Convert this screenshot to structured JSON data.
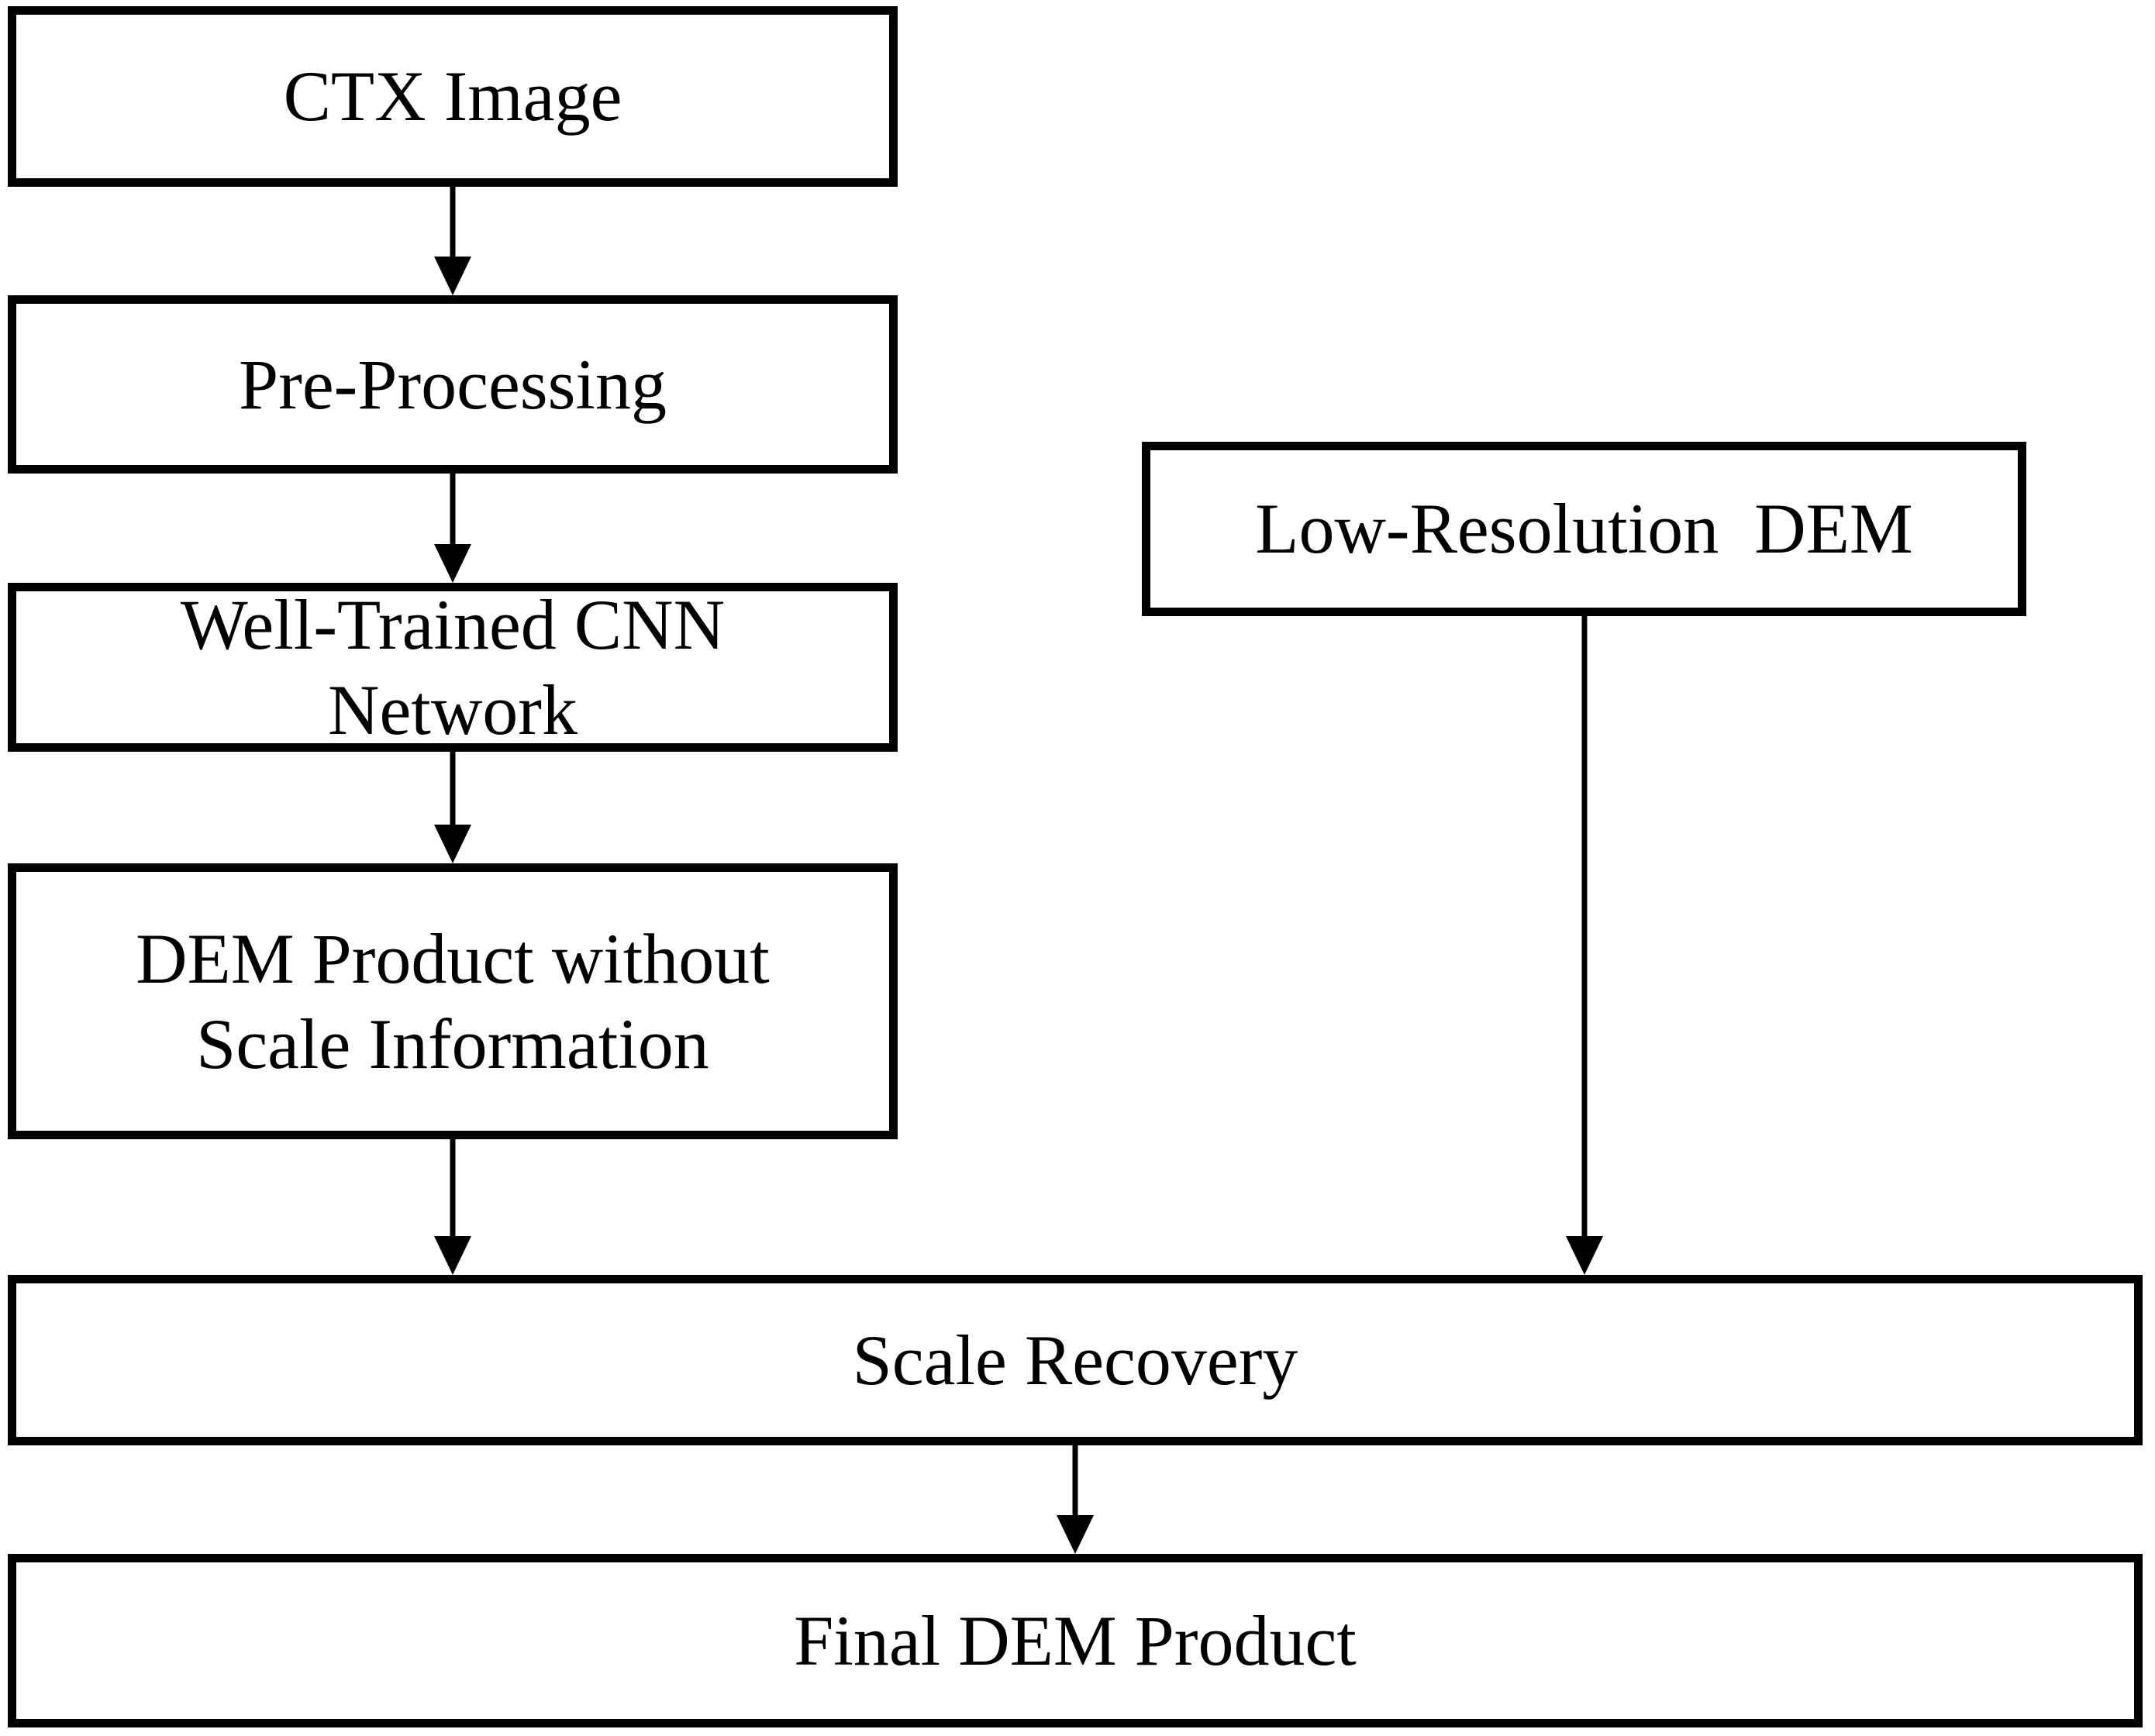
{
  "diagram": {
    "type": "flowchart",
    "nodes": [
      {
        "id": "ctx-image",
        "label": "CTX Image"
      },
      {
        "id": "pre-processing",
        "label": "Pre-Processing"
      },
      {
        "id": "cnn-network",
        "label": "Well-Trained CNN\nNetwork"
      },
      {
        "id": "dem-no-scale",
        "label": "DEM Product without\nScale Information"
      },
      {
        "id": "low-res-dem",
        "label": "Low-Resolution  DEM"
      },
      {
        "id": "scale-recovery",
        "label": "Scale Recovery"
      },
      {
        "id": "final-dem",
        "label": "Final DEM Product"
      }
    ],
    "edges": [
      {
        "from": "ctx-image",
        "to": "pre-processing"
      },
      {
        "from": "pre-processing",
        "to": "cnn-network"
      },
      {
        "from": "cnn-network",
        "to": "dem-no-scale"
      },
      {
        "from": "dem-no-scale",
        "to": "scale-recovery"
      },
      {
        "from": "low-res-dem",
        "to": "scale-recovery"
      },
      {
        "from": "scale-recovery",
        "to": "final-dem"
      }
    ],
    "colors": {
      "background": "#ffffff",
      "node_fill": "#ffffff",
      "node_border": "#000000",
      "text": "#000000",
      "arrow": "#000000"
    }
  }
}
